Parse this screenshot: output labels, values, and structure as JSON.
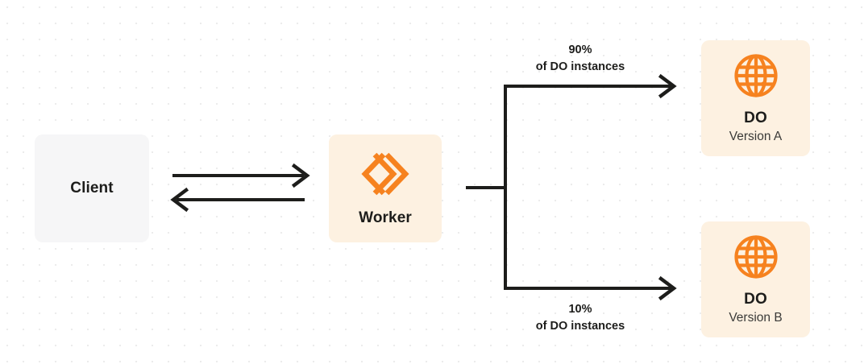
{
  "diagram": {
    "background": {
      "color": "#ffffff",
      "dot_color": "#ececec"
    },
    "colors": {
      "orange": "#f6821f",
      "cream": "#fdf1e1",
      "gray_box": "#f6f6f7",
      "ink": "#1d1d1b"
    },
    "nodes": {
      "client": {
        "title": "Client",
        "icon": ""
      },
      "worker": {
        "title": "Worker",
        "icon": "cloudflare-workers-chevron-icon"
      },
      "do_a": {
        "title": "DO",
        "subtitle": "Version A",
        "icon": "globe-icon"
      },
      "do_b": {
        "title": "DO",
        "subtitle": "Version B",
        "icon": "globe-icon"
      }
    },
    "edges": {
      "client_to_worker": {
        "direction": "right",
        "label": ""
      },
      "worker_to_client": {
        "direction": "left",
        "label": ""
      },
      "worker_to_do_a": {
        "percent": "90%",
        "detail": "of DO instances"
      },
      "worker_to_do_b": {
        "percent": "10%",
        "detail": "of DO instances"
      }
    }
  }
}
